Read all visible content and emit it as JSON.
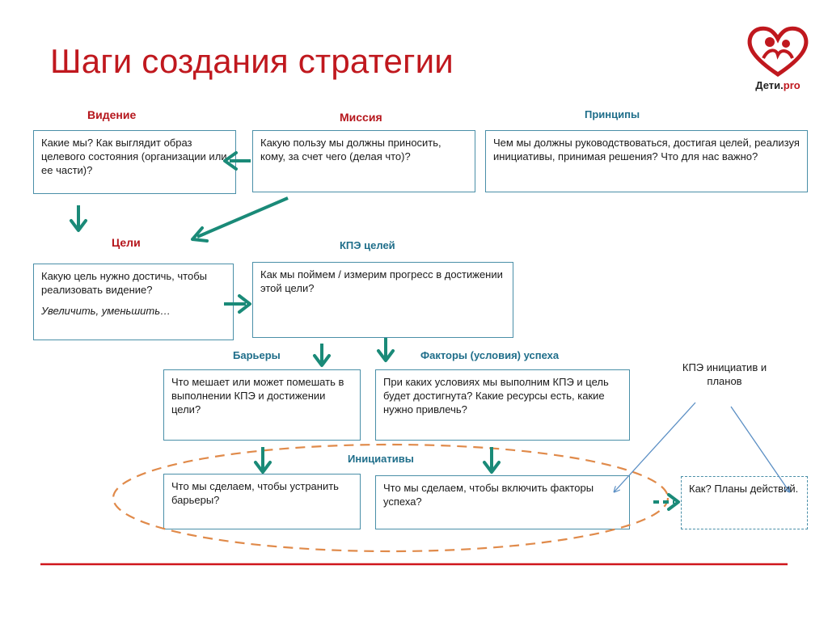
{
  "title": "Шаги создания стратегии",
  "logo": {
    "brand": "Дети.",
    "brand_accent": "pro"
  },
  "headers": {
    "vision": "Видение",
    "mission": "Миссия",
    "principles": "Принципы",
    "goals": "Цели",
    "kpi_goals": "КПЭ целей",
    "barriers": "Барьеры",
    "success_factors": "Факторы (условия) успеха",
    "initiatives": "Инициативы",
    "kpi_initiatives": "КПЭ инициатив и планов"
  },
  "boxes": {
    "vision": "Какие мы? Как выглядит образ целевого состояния (организации или ее части)?",
    "mission": "Какую пользу мы должны приносить, кому, за счет чего (делая что)?",
    "principles": "Чем мы должны руководствоваться, достигая целей, реализуя инициативы, принимая решения? Что для нас важно?",
    "goals": "Какую цель нужно достичь, чтобы реализовать видение?",
    "goals_example": "Увеличить, уменьшить…",
    "kpi_goals": "Как мы поймем / измерим прогресс в достижении этой цели?",
    "barriers": "Что  мешает или может помешать в выполнении КПЭ и достижении цели?",
    "success_factors": "При каких условиях мы выполним КПЭ и цель будет достигнута? Какие ресурсы есть, какие нужно привлечь?",
    "init_barriers": "Что мы сделаем, чтобы устранить барьеры?",
    "init_factors": "Что мы сделаем, чтобы включить факторы успеха?",
    "action_plans": "Как? Планы действий."
  },
  "colors": {
    "title": "#c0181e",
    "arrow": "#1a8a78",
    "box_border": "#4a8fa8",
    "ellipse": "#e08a4a",
    "rule": "#d0161c",
    "thin_arrow": "#5b8fc4"
  }
}
